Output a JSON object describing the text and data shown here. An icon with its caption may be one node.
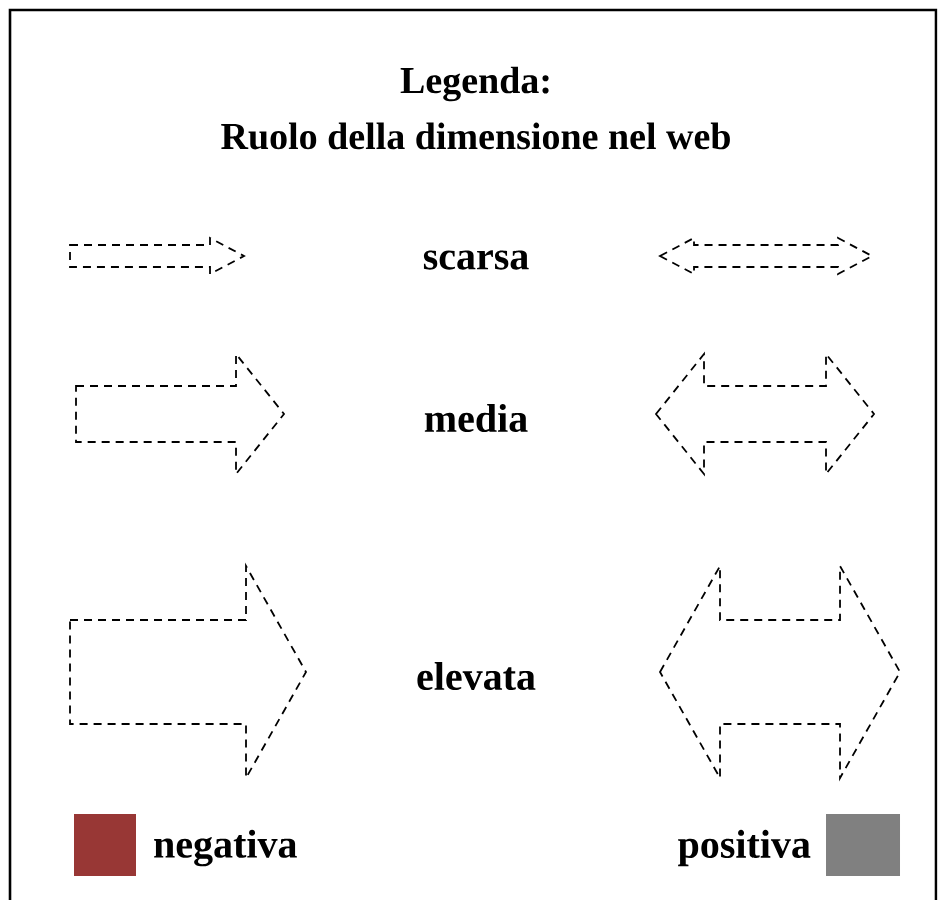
{
  "diagram": {
    "title": "Legenda:",
    "labels": [
      "Ruolo della dimensione nel web"
    ],
    "legend": [
      {
        "text": "scarsa"
      },
      {
        "text": "media"
      },
      {
        "text": "elevata"
      },
      {
        "text": "negativa",
        "color": "#983735"
      },
      {
        "text": "positiva",
        "color": "#808080"
      }
    ]
  }
}
